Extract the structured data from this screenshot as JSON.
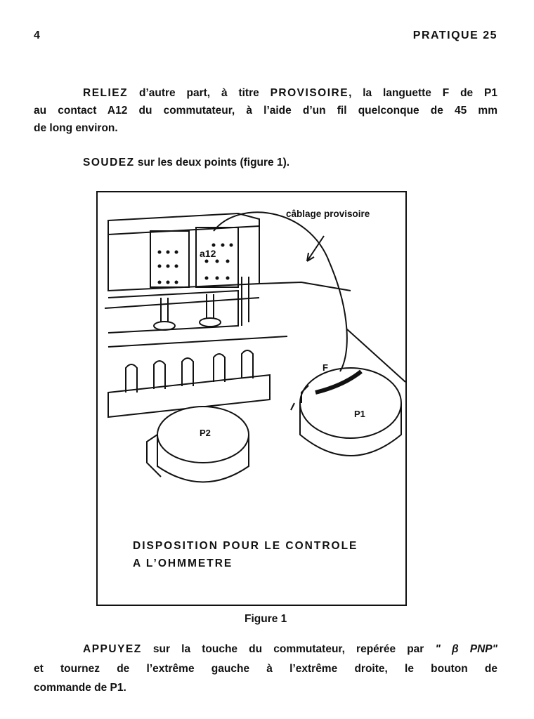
{
  "header": {
    "page_number": "4",
    "running_title": "PRATIQUE 25"
  },
  "paragraph1": {
    "keyword1": "RELIEZ",
    "text1": " d’autre part, à titre ",
    "keyword2": "PROVISOIRE",
    "text2": ", la languette F de P1",
    "line2": "au contact A12 du commutateur, à l’aide d’un fil quelconque de 45 mm",
    "line3": "de long environ."
  },
  "paragraph2": {
    "keyword": "SOUDEZ",
    "text": " sur les deux points (figure 1)."
  },
  "figure": {
    "labels": {
      "wiring": "câblage provisoire",
      "contact": "a12",
      "tab": "F",
      "pot1": "P1",
      "pot2": "P2"
    },
    "inner_caption_line1": "DISPOSITION POUR LE CONTROLE",
    "inner_caption_line2": "A L’OHMMETRE",
    "caption": "Figure 1"
  },
  "paragraph3": {
    "keyword": "APPUYEZ",
    "text1": " sur la touche du commutateur, repérée par ",
    "quote": "\" β  PNP\"",
    "line2": "et tournez de l’extrême gauche à l’extrême droite, le bouton de",
    "line3": "commande de P1."
  }
}
